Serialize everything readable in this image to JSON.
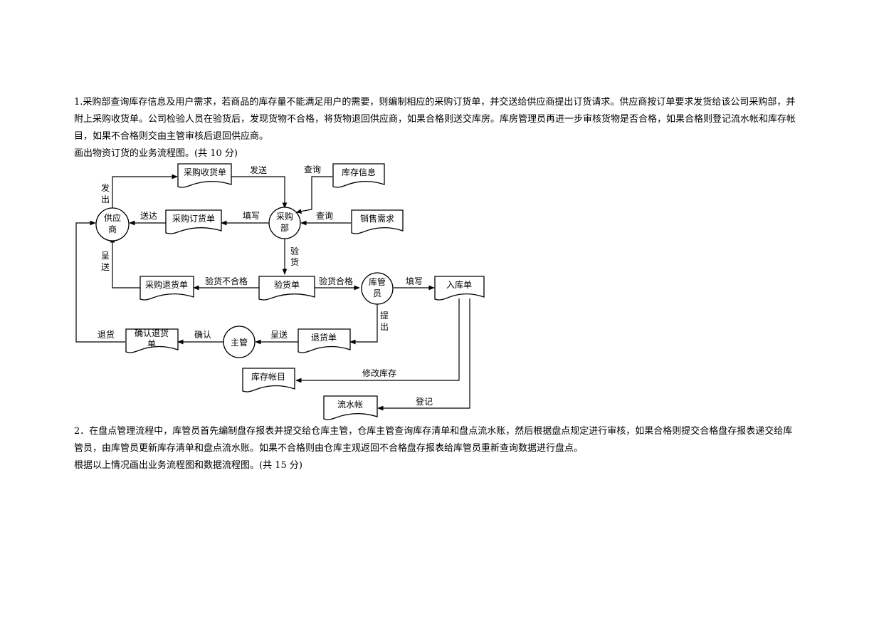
{
  "question1": {
    "text": "1.采购部查询库存信息及用户需求，若商品的库存量不能满足用户的需要，则编制相应的采购订货单，并交送给供应商提出订货请求。供应商按订单要求发货给该公司采购部，并附上采购收货单。公司检验人员在验货后，发现货物不合格，将货物退回供应商，如果合格则送交库房。库房管理员再进一步审核货物是否合格，如果合格则登记流水帐和库存帐目，如果不合格则交由主管审核后退回供应商。",
    "task": "画出物资订货的业务流程图。(共 10 分)"
  },
  "diagram": {
    "nodes": {
      "supplier": [
        "供应",
        "商"
      ],
      "purchasing": [
        "采购",
        "部"
      ],
      "keeper": [
        "库管",
        "员"
      ],
      "manager": "主管",
      "receipt": "采购收货单",
      "inventory_info": "库存信息",
      "order": "采购订货单",
      "sales_demand": "销售需求",
      "return_form": "采购退货单",
      "inspection": "验货单",
      "inbound": "入库单",
      "confirm_return": [
        "确认退货",
        "单"
      ],
      "return_slip": "退货单",
      "stock_ledger": "库存帐目",
      "journal": "流水帐"
    },
    "labels": {
      "send_out": [
        "发",
        "出"
      ],
      "send": "发送",
      "query1": "查询",
      "deliver": "送达",
      "fill1": "填写",
      "query2": "查询",
      "inspect": [
        "验",
        "货"
      ],
      "submit1": [
        "呈",
        "送"
      ],
      "fail": "验货不合格",
      "pass": "验货合格",
      "fill2": "填写",
      "raise": [
        "提",
        "出"
      ],
      "return_goods": "退货",
      "confirm": "确认",
      "submit2": "呈送",
      "modify_stock": "修改库存",
      "register": "登记"
    }
  },
  "question2": {
    "text": "2．在盘点管理流程中，库管员首先编制盘存报表并提交给仓库主管，仓库主管查询库存清单和盘点流水账，然后根据盘点规定进行审核，如果合格则提交合格盘存报表递交给库管员，由库管员更新库存清单和盘点流水账。如果不合格则由仓库主观返回不合格盘存报表给库管员重新查询数据进行盘点。",
    "task": "根据以上情况画出业务流程图和数据流程图。(共 15 分)"
  }
}
